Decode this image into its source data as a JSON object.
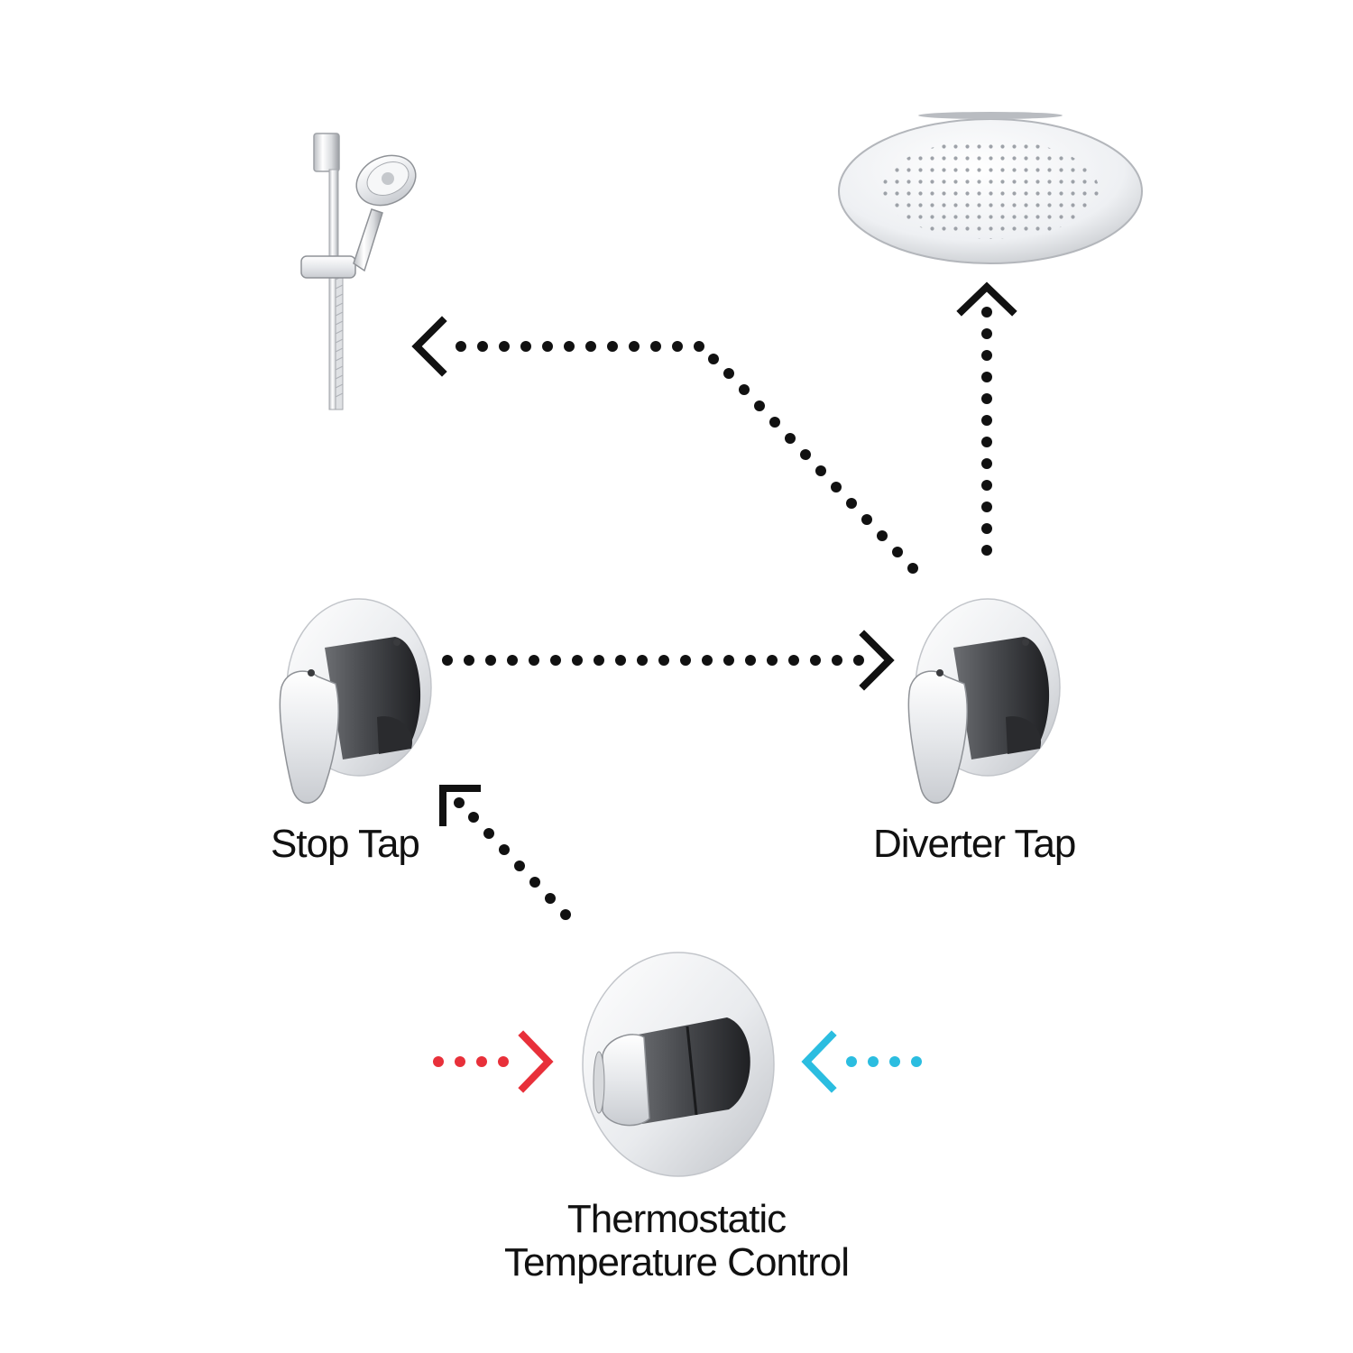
{
  "labels": {
    "stop_tap": "Stop Tap",
    "diverter_tap": "Diverter Tap",
    "thermostatic_line1": "Thermostatic",
    "thermostatic_line2": "Temperature Control"
  },
  "colors": {
    "flow_arrow": "#111111",
    "hot_inlet": "#e8303a",
    "cold_inlet": "#2bbde0",
    "chrome_light": "#f1f2f4",
    "chrome_dark": "#3a3b3e",
    "label_text": "#111111"
  },
  "icons": {
    "slide_rail_shower": "slide-rail-shower-icon",
    "rain_shower_head": "rain-shower-head-icon",
    "stop_tap_valve": "lever-valve-icon",
    "diverter_tap_valve": "lever-valve-icon",
    "thermostatic_valve": "thermostatic-knob-icon"
  }
}
